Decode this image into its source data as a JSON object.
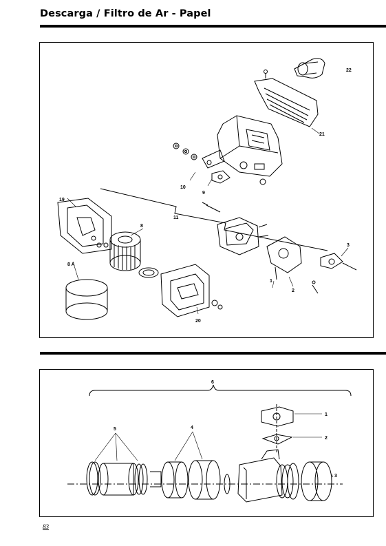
{
  "header": {
    "title": "Descarga / Filtro de Ar - Papel"
  },
  "diagram_top": {
    "labels": [
      "22",
      "21",
      "10",
      "9",
      "19",
      "11",
      "8",
      "8 A",
      "3",
      "1",
      "2",
      "20"
    ]
  },
  "diagram_bottom": {
    "labels": [
      "6",
      "1",
      "2",
      "5",
      "4",
      "3"
    ]
  },
  "footer": {
    "page_number": "83"
  }
}
